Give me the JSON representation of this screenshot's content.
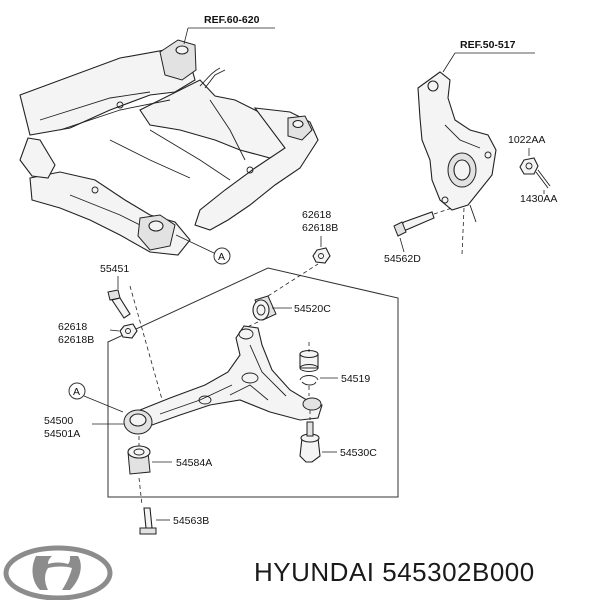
{
  "refs": {
    "subframe": "REF.60-620",
    "knuckle": "REF.50-517"
  },
  "callouts": {
    "a_frame": "A",
    "a_arm": "A"
  },
  "labels": {
    "nut_top_1": "62618",
    "nut_top_2": "62618B",
    "p1022": "1022AA",
    "p1430": "1430AA",
    "p54562": "54562D",
    "p55451": "55451",
    "nut_left_1": "62618",
    "nut_left_2": "62618B",
    "p54520": "54520C",
    "p54519": "54519",
    "arm_1": "54500",
    "arm_2": "54501A",
    "p54584": "54584A",
    "p54530": "54530C",
    "p54563": "54563B"
  },
  "footer": {
    "brand_text": "HYUNDAI 545302B000",
    "logo_icon": "hyundai-logo-icon"
  }
}
